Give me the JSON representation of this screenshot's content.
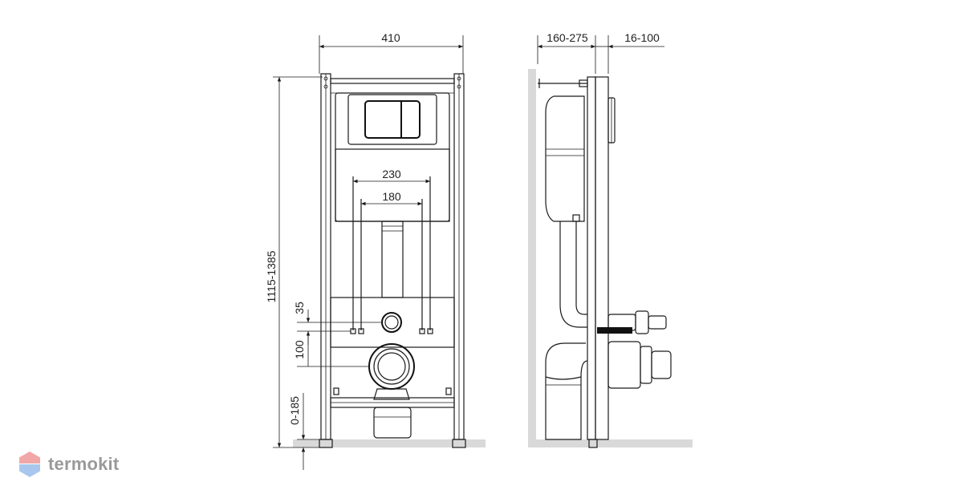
{
  "dimensions": {
    "frame_width": "410",
    "depth_range": "160-275",
    "wall_range": "16-100",
    "bolt_outer": "230",
    "bolt_inner": "180",
    "height_range": "1115-1385",
    "offset_35": "35",
    "offset_100": "100",
    "floor_range": "0-185"
  },
  "brand": {
    "name": "termokit",
    "icon": "hexagon-logo-icon",
    "colors": {
      "top": "#f2a7a7",
      "bottom": "#a9c7ee",
      "text": "#9a9a9a"
    }
  }
}
